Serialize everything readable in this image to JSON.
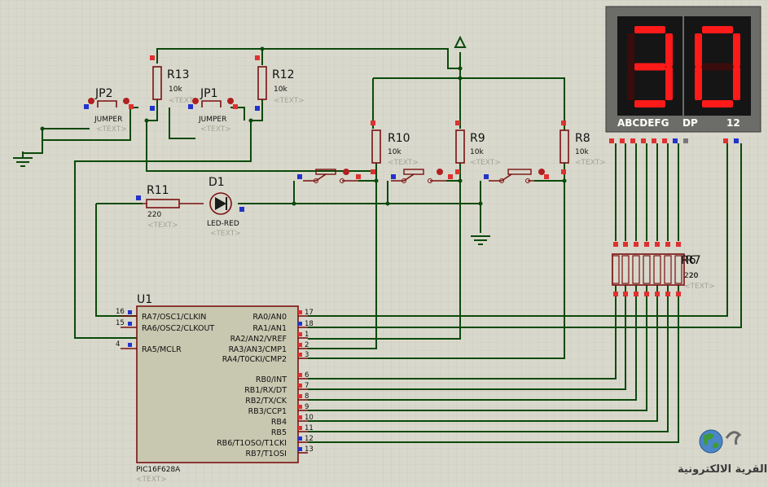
{
  "colors": {
    "background": "#d9d8cc",
    "wire": "#0a4a0a",
    "component": "#7a1010",
    "chip_fill": "#c8c7b0",
    "pin_red": "#e03030",
    "pin_blue": "#2233cc",
    "display_bg": "#1a1a1a",
    "segment_on": "#ff1a1a"
  },
  "display": {
    "digits": [
      "3",
      "0"
    ],
    "label_segments": "ABCDEFG",
    "label_dp": "DP",
    "label_common": "12"
  },
  "resistors": {
    "r13": {
      "ref": "R13",
      "value": "10k",
      "text": "<TEXT>"
    },
    "r12": {
      "ref": "R12",
      "value": "10k",
      "text": "<TEXT>"
    },
    "r10": {
      "ref": "R10",
      "value": "10k",
      "text": "<TEXT>"
    },
    "r9": {
      "ref": "R9",
      "value": "10k",
      "text": "<TEXT>"
    },
    "r8": {
      "ref": "R8",
      "value": "10k",
      "text": "<TEXT>"
    },
    "r11": {
      "ref": "R11",
      "value": "220",
      "text": "<TEXT>"
    },
    "rn_ref": "R7",
    "rn_ref_overlap": "R6",
    "rn_value": "220",
    "rn_value_overlap": "20",
    "rn_text": "<TEXT>"
  },
  "jumpers": {
    "jp2": {
      "ref": "JP2",
      "value": "JUMPER",
      "text": "<TEXT>"
    },
    "jp1": {
      "ref": "JP1",
      "value": "JUMPER",
      "text": "<TEXT>"
    }
  },
  "led": {
    "ref": "D1",
    "value": "LED-RED",
    "text": "<TEXT>"
  },
  "mcu": {
    "ref": "U1",
    "part": "PIC16F628A",
    "text": "<TEXT>",
    "left_pins": [
      {
        "no": "16",
        "name": "RA7/OSC1/CLKIN"
      },
      {
        "no": "15",
        "name": "RA6/OSC2/CLKOUT"
      },
      {
        "no": "4",
        "name": "RA5/MCLR"
      }
    ],
    "right_pins": [
      {
        "no": "17",
        "name": "RA0/AN0"
      },
      {
        "no": "18",
        "name": "RA1/AN1"
      },
      {
        "no": "1",
        "name": "RA2/AN2/VREF"
      },
      {
        "no": "2",
        "name": "RA3/AN3/CMP1"
      },
      {
        "no": "3",
        "name": "RA4/T0CKI/CMP2"
      },
      {
        "no": "6",
        "name": "RB0/INT"
      },
      {
        "no": "7",
        "name": "RB1/RX/DT"
      },
      {
        "no": "8",
        "name": "RB2/TX/CK"
      },
      {
        "no": "9",
        "name": "RB3/CCP1"
      },
      {
        "no": "10",
        "name": "RB4"
      },
      {
        "no": "11",
        "name": "RB5"
      },
      {
        "no": "12",
        "name": "RB6/T1OSO/T1CKI"
      },
      {
        "no": "13",
        "name": "RB7/T1OSI"
      }
    ]
  },
  "watermark": {
    "text": "القرية الالكترونية",
    "icon": "globe-icon"
  }
}
